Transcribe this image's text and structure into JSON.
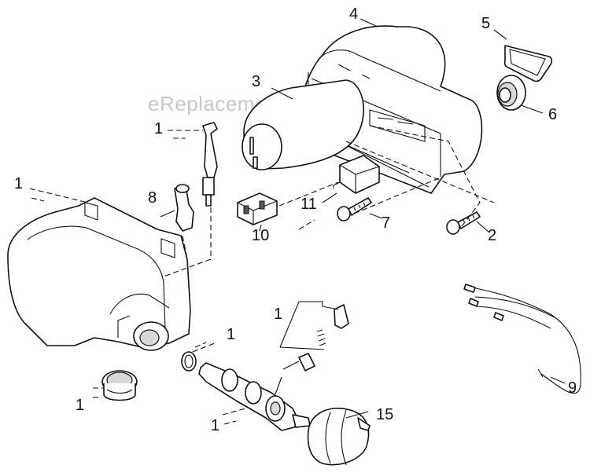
{
  "watermark": "eReplacementParts.com",
  "callouts": {
    "c4": "4",
    "c5": "5",
    "c6": "6",
    "c3": "3",
    "c1_top": "1",
    "c8": "8",
    "c11": "11",
    "c7": "7",
    "c2": "2",
    "c10": "10",
    "c1_left": "1",
    "c9": "9",
    "c1_valve": "1",
    "c1_oring": "1",
    "c1_grommet": "1",
    "c1_shaft": "1",
    "c15": "15"
  }
}
